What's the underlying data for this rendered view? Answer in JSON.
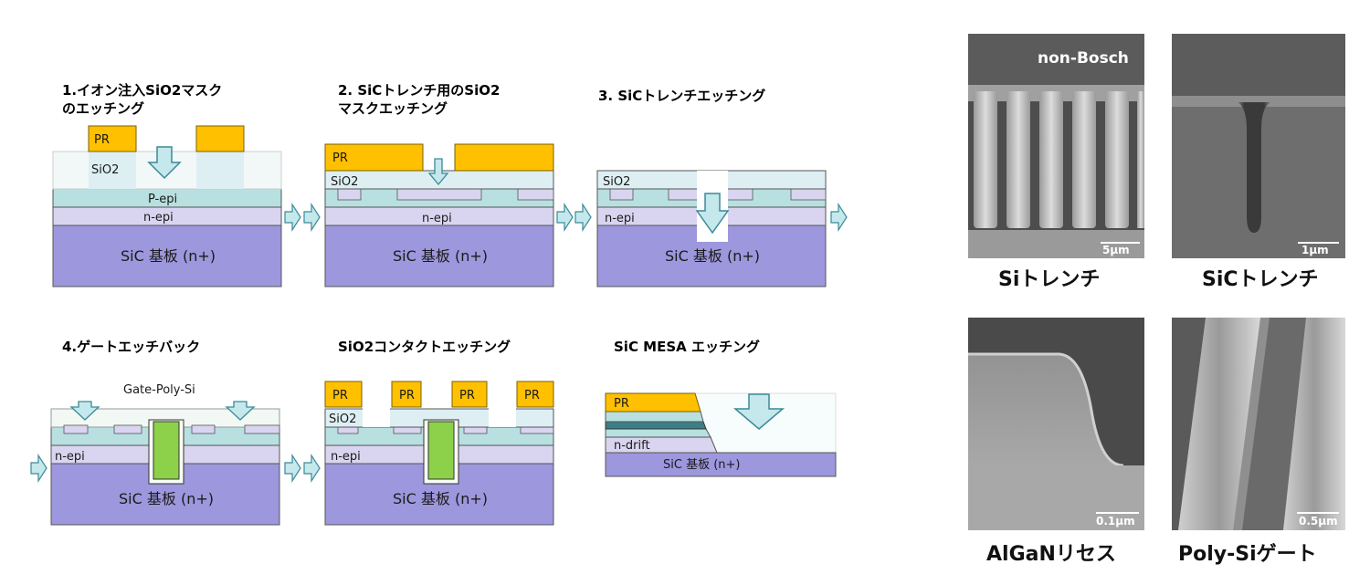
{
  "colors": {
    "pr": "#FFC000",
    "sio2": "#DDEFF2",
    "pepi": "#B8E0E0",
    "nepi": "#D9D5F0",
    "substrate": "#9D97DD",
    "poly": "#8DD04A",
    "arrow_fill": "#C5E8EC",
    "arrow_stroke": "#3A8A98"
  },
  "steps": [
    {
      "title_lines": [
        "1.イオン注入SiO2マスク",
        "のエッチング"
      ],
      "labels": {
        "pr": "PR",
        "sio2": "SiO2",
        "pepi": "P-epi",
        "nepi": "n-epi",
        "substrate": "SiC 基板 (n+)"
      }
    },
    {
      "title_lines": [
        "2. SiCトレンチ用のSiO2",
        "マスクエッチング"
      ],
      "labels": {
        "pr": "PR",
        "sio2": "SiO2",
        "nepi": "n-epi",
        "substrate": "SiC 基板 (n+)"
      }
    },
    {
      "title_lines": [
        "3. SiCトレンチエッチング"
      ],
      "labels": {
        "sio2": "SiO2",
        "nepi": "n-epi",
        "substrate": "SiC 基板 (n+)"
      }
    },
    {
      "title_lines": [
        "4.ゲートエッチバック"
      ],
      "labels": {
        "poly": "Gate-Poly-Si",
        "nepi": "n-epi",
        "substrate": "SiC 基板 (n+)"
      }
    },
    {
      "title_lines": [
        "SiO2コンタクトエッチング"
      ],
      "labels": {
        "pr": "PR",
        "sio2": "SiO2",
        "nepi": "n-epi",
        "substrate": "SiC 基板 (n+)"
      }
    },
    {
      "title_lines": [
        "SiC MESA エッチング"
      ],
      "labels": {
        "pr": "PR",
        "ndrift": "n-drift",
        "substrate": "SiC 基板 (n+)"
      }
    }
  ],
  "sem_images": [
    {
      "caption": "Siトレンチ",
      "tag": "non-Bosch",
      "scale": "5μm"
    },
    {
      "caption": "SiCトレンチ",
      "scale": "1μm"
    },
    {
      "caption": "AlGaNリセス",
      "scale": "0.1μm"
    },
    {
      "caption": "Poly-Siゲート",
      "scale": "0.5μm"
    }
  ]
}
